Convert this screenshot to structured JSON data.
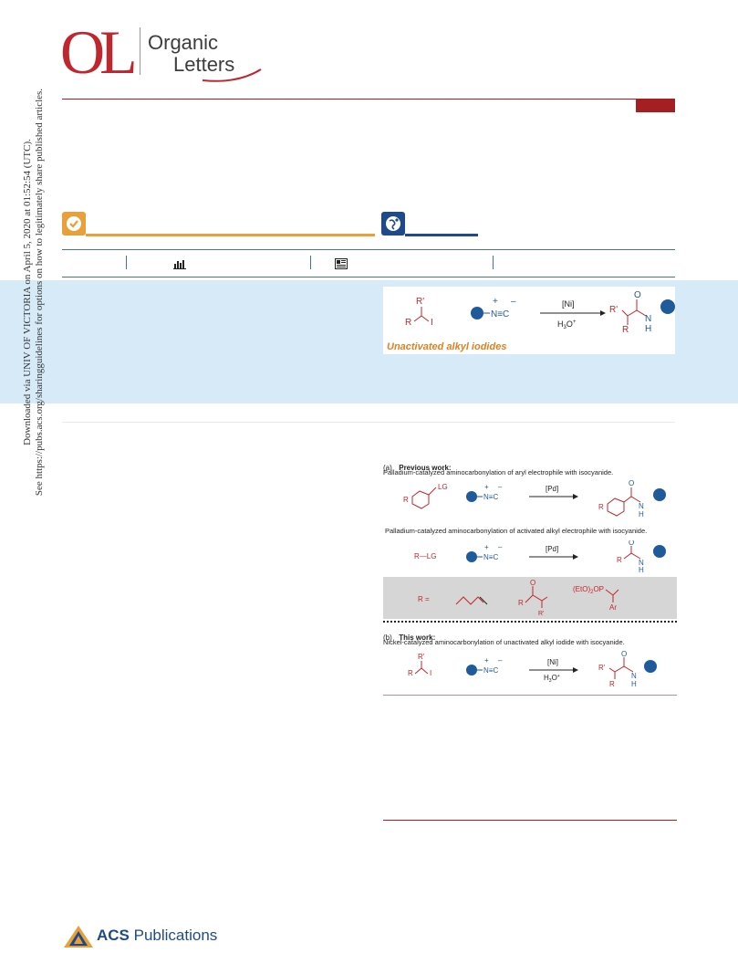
{
  "header": {
    "logo_text": "OL",
    "journal_line1": "Organic",
    "journal_line2": "Letters"
  },
  "colors": {
    "brand_red": "#a31f22",
    "open_access_orange": "#e8a13a",
    "globe_blue": "#1f4a8a",
    "abstract_bg": "#d6ebf7",
    "scheme_red": "#c0262d",
    "scheme_blue": "#1f5a9a"
  },
  "icons": {
    "access": "check-icon",
    "free": "globe-icon",
    "metrics": "bar-chart-icon",
    "article": "newspaper-icon"
  },
  "sidebar": {
    "line1": "Downloaded via UNIV OF VICTORIA on April 5, 2020 at 01:52:54 (UTC).",
    "line2": "See https://pubs.acs.org/sharingguidelines for options on how to legitimately share published articles."
  },
  "toc_graphic": {
    "catalyst": "[Ni]",
    "reagent": "H3O+",
    "caption": "Unactivated alkyl iodides"
  },
  "scheme": {
    "a_label": "(a)",
    "a_title": "Previous work:",
    "a_desc1": "Palladium-catalyzed aminocarbonylation of aryl electrophile with isocyanide.",
    "a_desc2": "Palladium-catalyzed aminocarbonylation of activated alkyl electrophile with isocyanide.",
    "pd": "[Pd]",
    "lg": "LG",
    "r_lg": "R—LG",
    "r_eq": "R =",
    "phosphonate": "(EtO)2OP",
    "ar": "Ar",
    "b_label": "(b)",
    "b_title": "This work:",
    "b_desc": "Nickel-catalyzed aminocarbonylation of unactivated alkyl iodide with isocyanide.",
    "ni": "[Ni]",
    "h3o": "H3O+"
  },
  "footer": {
    "brand_bold": "ACS",
    "brand_rest": " Publications"
  }
}
